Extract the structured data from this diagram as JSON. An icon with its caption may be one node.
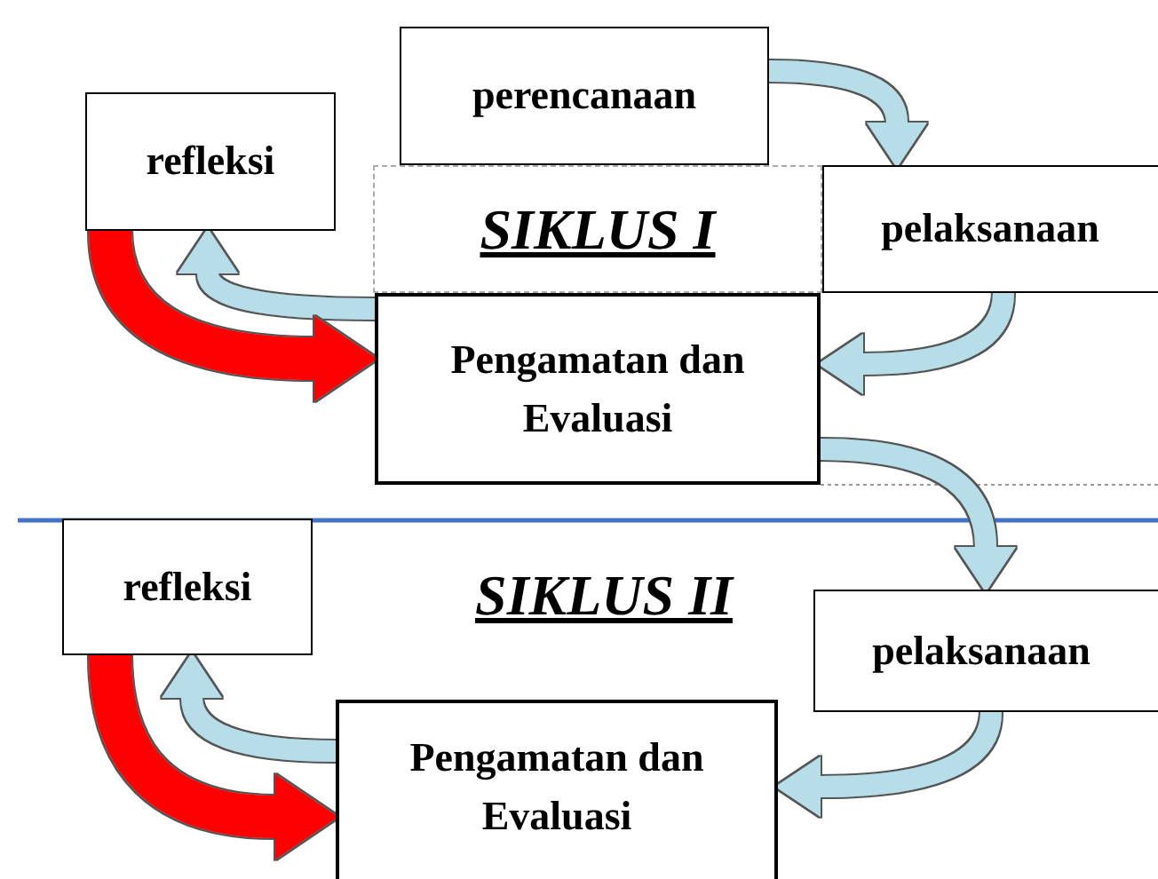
{
  "diagram": {
    "nodes": [
      {
        "text": [
          "perencanaan"
        ]
      },
      {
        "text": [
          "refleksi"
        ]
      },
      {
        "text": [
          "SIKLUS I"
        ]
      },
      {
        "text": [
          "pelaksanaan"
        ]
      },
      {
        "text": [
          "Pengamatan dan Evaluasi"
        ]
      },
      {
        "text": [
          "refleksi"
        ]
      },
      {
        "text": [
          "pelaksanaan"
        ]
      },
      {
        "text": [
          "Pengamatan dan Evaluasi"
        ]
      }
    ],
    "edges": [
      {
        "from": 0,
        "to": 3,
        "arrow": "to"
      },
      {
        "from": 3,
        "to": 4,
        "arrow": "to"
      },
      {
        "from": 4,
        "to": 1,
        "arrow": "to"
      },
      {
        "from": 1,
        "to": 4,
        "arrow": "to",
        "style": "thick",
        "color": "#ff0000"
      },
      {
        "from": 4,
        "to": 6,
        "arrow": "to"
      },
      {
        "from": 6,
        "to": 7,
        "arrow": "to"
      },
      {
        "from": 7,
        "to": 5,
        "arrow": "to"
      },
      {
        "from": 5,
        "to": 7,
        "arrow": "to",
        "style": "thick",
        "color": "#ff0000"
      }
    ],
    "labels": [
      "SIKLUS II"
    ]
  }
}
